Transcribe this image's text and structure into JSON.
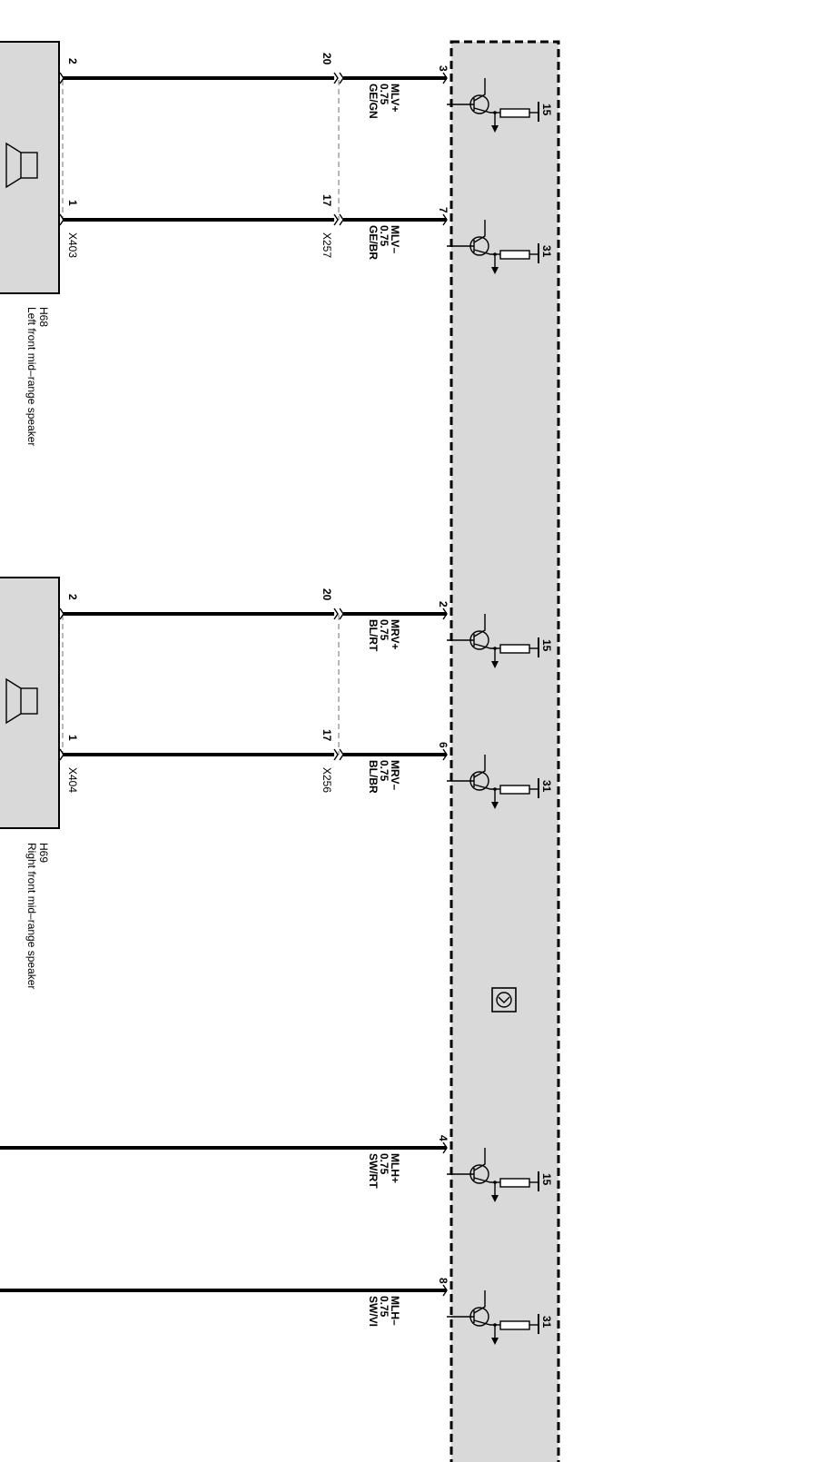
{
  "speakers": [
    {
      "id": "H68",
      "label": "Left front mid–range speaker",
      "connector": "X403",
      "coupling": "X257",
      "pins": {
        "plus": {
          "speaker_pin": "2",
          "coupling_pin": "20",
          "unit_pin": "3",
          "signal": "MLV+",
          "size": "0.75",
          "color": "GE/GN",
          "supply": "15"
        },
        "minus": {
          "speaker_pin": "1",
          "coupling_pin": "17",
          "unit_pin": "7",
          "signal": "MLV–",
          "size": "0.75",
          "color": "GE/BR",
          "supply": "31"
        }
      }
    },
    {
      "id": "H69",
      "label": "Right front mid–range speaker",
      "connector": "X404",
      "coupling": "X256",
      "pins": {
        "plus": {
          "speaker_pin": "2",
          "coupling_pin": "20",
          "unit_pin": "2",
          "signal": "MRV+",
          "size": "0.75",
          "color": "BL/RT",
          "supply": "15"
        },
        "minus": {
          "speaker_pin": "1",
          "coupling_pin": "17",
          "unit_pin": "6",
          "signal": "MRV–",
          "size": "0.75",
          "color": "BL/BR",
          "supply": "31"
        }
      }
    }
  ],
  "rear": [
    {
      "unit_pin": "4",
      "signal": "MLH+",
      "size": "0.75",
      "color": "SW/RT",
      "supply": "15"
    },
    {
      "unit_pin": "8",
      "signal": "MLH–",
      "size": "0.75",
      "color": "SW/VI",
      "supply": "31"
    }
  ],
  "unit_icon": "amplifier-symbol-icon"
}
